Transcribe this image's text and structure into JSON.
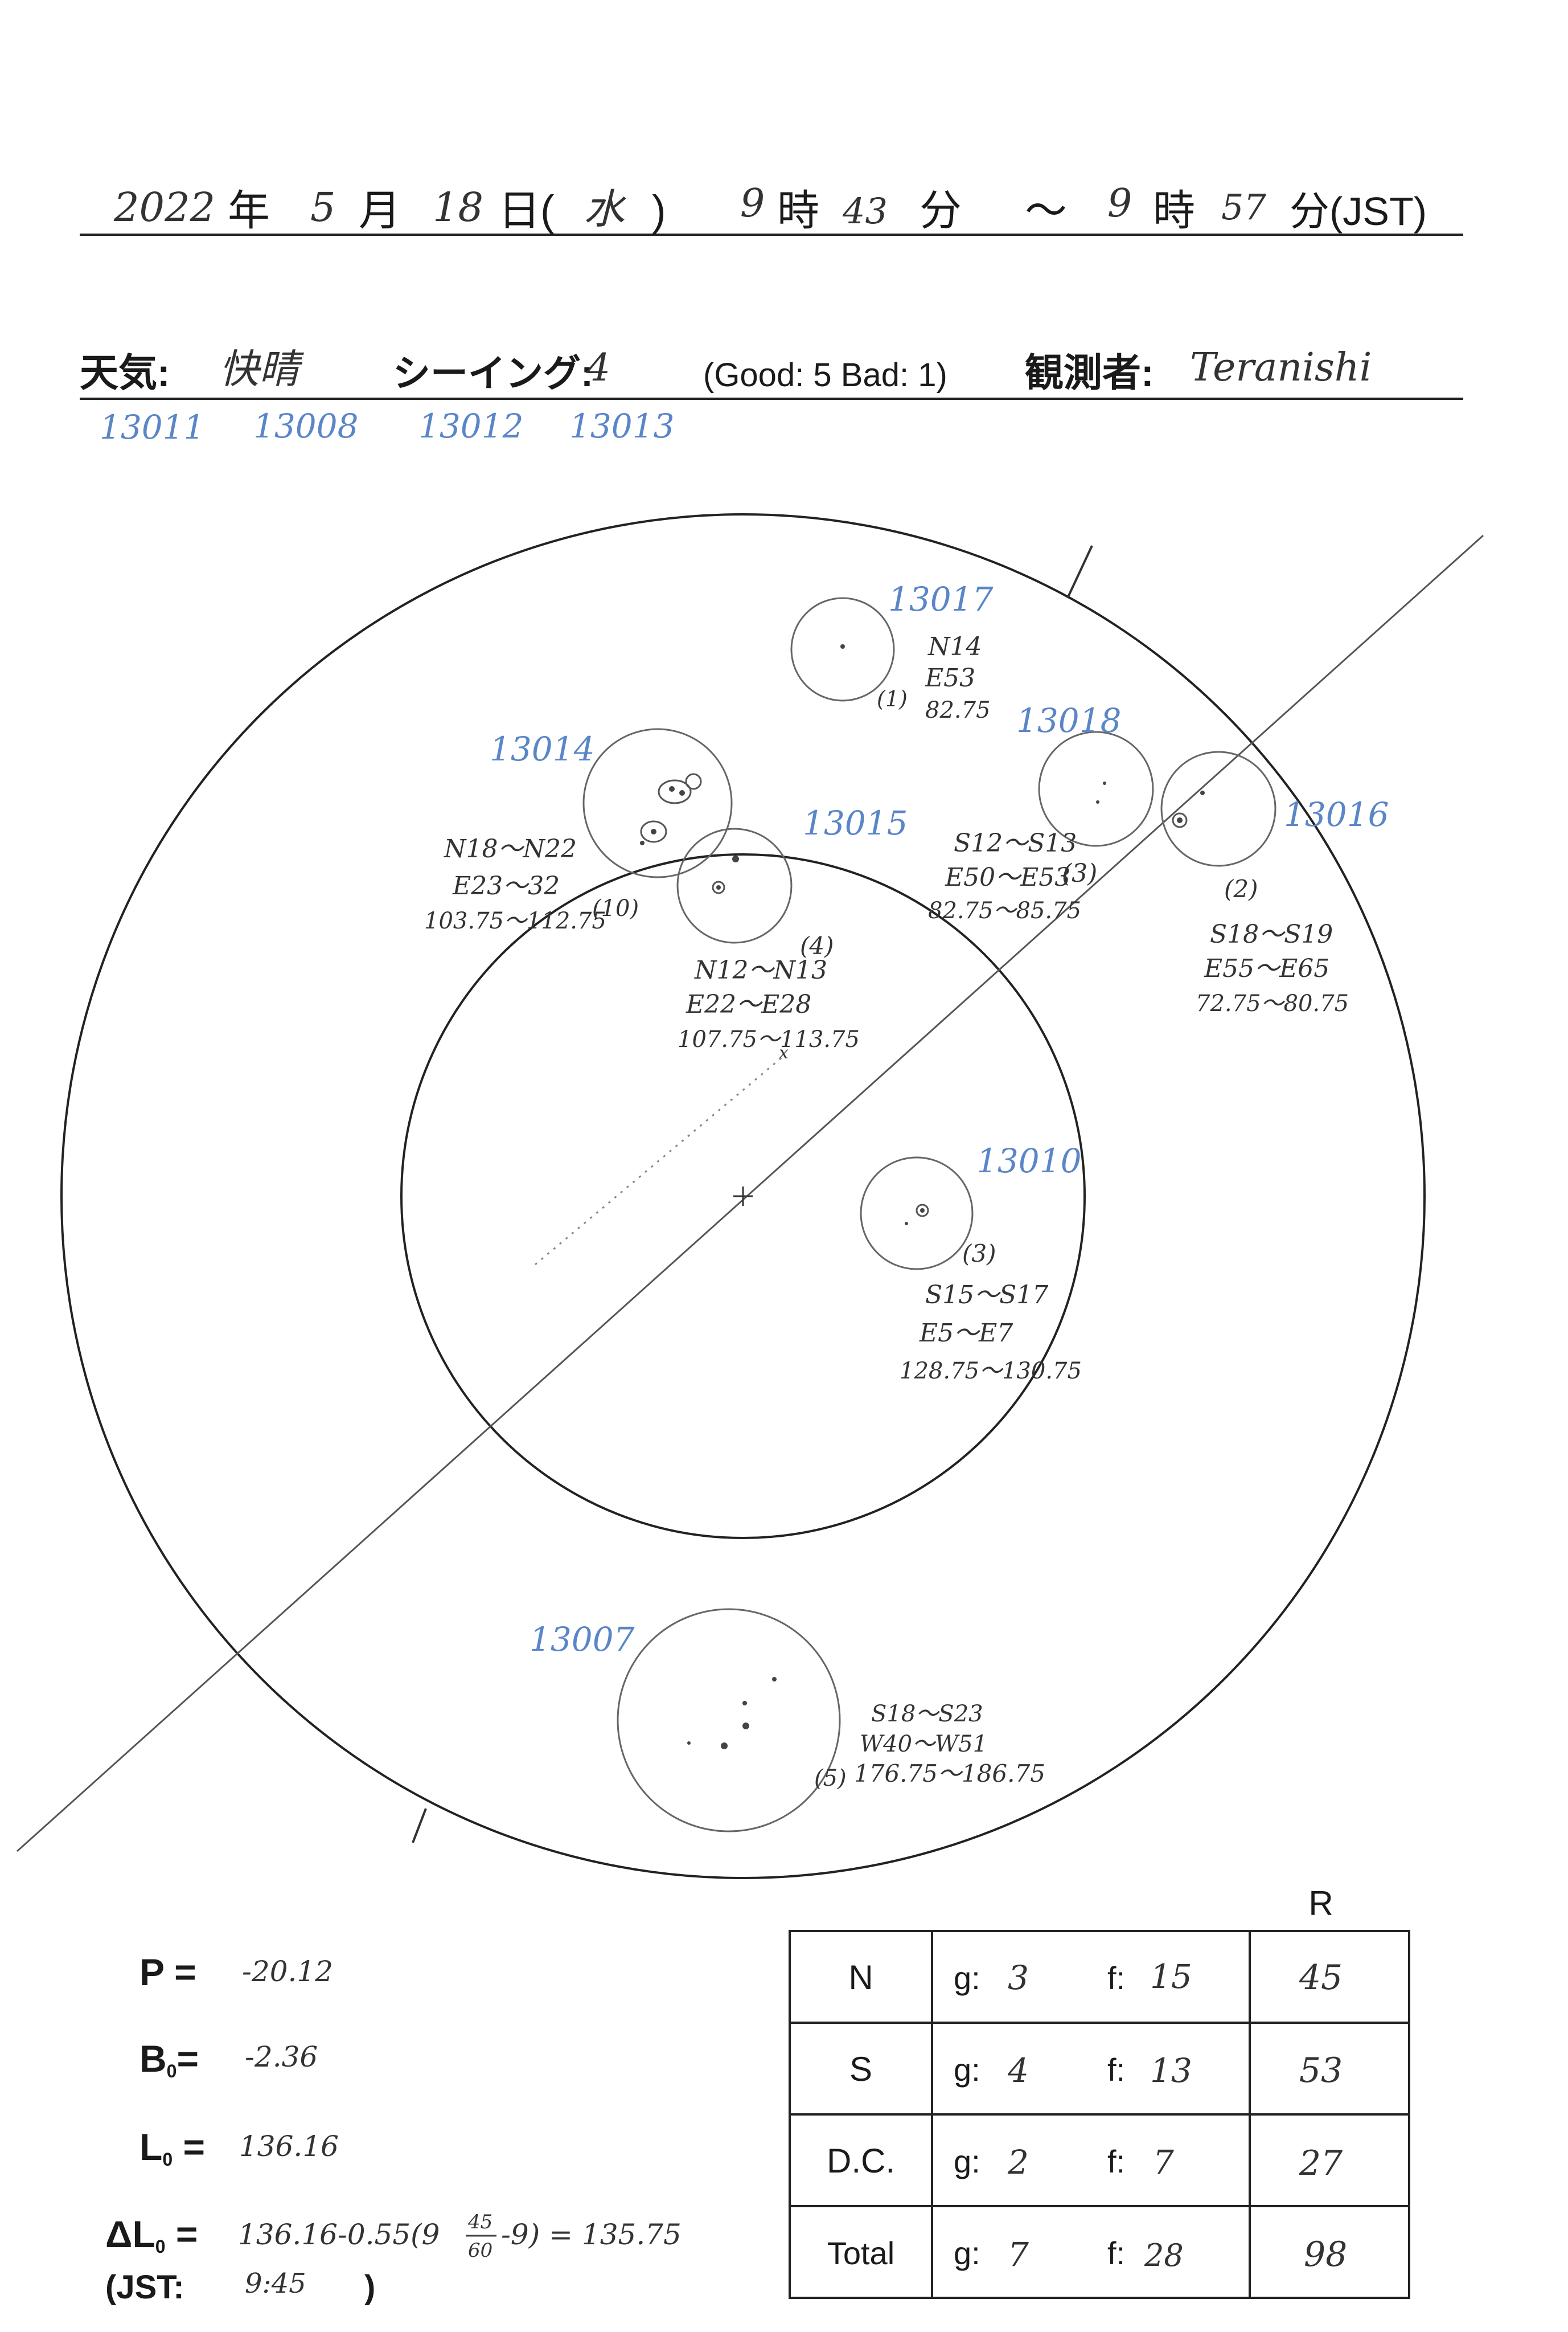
{
  "header": {
    "year_value": "2022",
    "year_unit": "年",
    "month_value": "5",
    "month_unit": "月",
    "day_value": "18",
    "day_unit": "日(",
    "weekday_value": "水",
    "weekday_close": ")",
    "start_hour": "9",
    "hour_unit": "時",
    "start_min": "43",
    "min_unit": "分",
    "range_sep": "〜",
    "end_hour": "9",
    "end_hour_unit": "時",
    "end_min": "57",
    "end_min_unit": "分(JST)"
  },
  "conditions": {
    "weather_label": "天気:",
    "weather_value": "快晴",
    "seeing_label": "シーイング:",
    "seeing_value": "4",
    "seeing_scale": "(Good: 5  Bad: 1)",
    "observer_label": "観測者:",
    "observer_value": "Teranishi"
  },
  "region_list": [
    "13011",
    "13008",
    "13012",
    "13013"
  ],
  "groups": [
    {
      "region": "13017",
      "count": "(1)",
      "lat": "N14",
      "lon": "E53",
      "cm": "82.75"
    },
    {
      "region": "13014",
      "count": "(10)",
      "lat": "N18〜N22",
      "lon": "E23〜32",
      "cm": "103.75〜112.75"
    },
    {
      "region": "13015",
      "count": "(4)",
      "lat": "N12〜N13",
      "lon": "E22〜E28",
      "cm": "107.75〜113.75"
    },
    {
      "region": "13018",
      "count": "(3)",
      "lat": "S12〜S13",
      "lon": "E50〜E53",
      "cm": "82.75〜85.75"
    },
    {
      "region": "13016",
      "count": "(2)",
      "lat": "S18〜S19",
      "lon": "E55〜E65",
      "cm": "72.75〜80.75"
    },
    {
      "region": "13010",
      "count": "(3)",
      "lat": "S15〜S17",
      "lon": "E5〜E7",
      "cm": "128.75〜130.75"
    },
    {
      "region": "13007",
      "count": "(5)",
      "lat": "S18〜S23",
      "lon": "W40〜W51",
      "cm": "176.75〜186.75"
    }
  ],
  "ephemeris": {
    "p_label": "P =",
    "p_value": "-20.12",
    "b0_label": "B",
    "b0_sub": "0",
    "b0_eq": "=",
    "b0_value": "-2.36",
    "l0_label": "L",
    "l0_sub": "0",
    "l0_eq": " =",
    "l0_value": "136.16",
    "dl0_label": "ΔL",
    "dl0_sub": "0",
    "dl0_eq": " =",
    "dl0_value_a": "136.16-0.55(9",
    "dl0_frac_num": "45",
    "dl0_frac_den": "60",
    "dl0_value_b": "-9) = 135.75",
    "jst_label": "(JST:",
    "jst_value": "9:45",
    "jst_close": ")"
  },
  "counts_table": {
    "r_header": "R",
    "g_label": "g:",
    "f_label": "f:",
    "rows": [
      {
        "label": "N",
        "g": "3",
        "f": "15",
        "r": "45"
      },
      {
        "label": "S",
        "g": "4",
        "f": "13",
        "r": "53"
      },
      {
        "label": "D.C.",
        "g": "2",
        "f": "7",
        "r": "27"
      },
      {
        "label": "Total",
        "g": "7",
        "f": "28",
        "r": "98"
      }
    ]
  }
}
